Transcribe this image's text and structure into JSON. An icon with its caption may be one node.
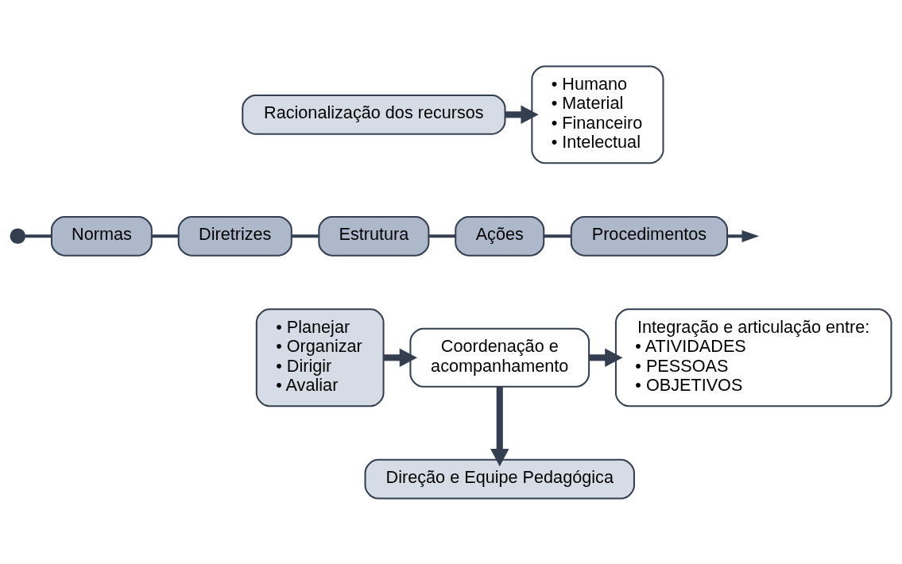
{
  "diagram": {
    "nodes": [
      {
        "text": [
          "Racionalização dos recursos"
        ]
      },
      {
        "text": [
          "• Humano",
          "• Material",
          "• Financeiro",
          "• Intelectual"
        ]
      },
      {
        "text": [
          "Normas"
        ]
      },
      {
        "text": [
          "Diretrizes"
        ]
      },
      {
        "text": [
          "Estrutura"
        ]
      },
      {
        "text": [
          "Ações"
        ]
      },
      {
        "text": [
          "Procedimentos"
        ]
      },
      {
        "text": [],
        "shape": "circle"
      },
      {
        "text": [
          "• Planejar",
          "• Organizar",
          "• Dirigir",
          "• Avaliar"
        ]
      },
      {
        "text": [
          "Coordenação e acompanhamento"
        ]
      },
      {
        "text": [
          "Integração e articulação entre:",
          "• ATIVIDADES",
          "• PESSOAS",
          "• OBJETIVOS"
        ]
      },
      {
        "text": [
          "Direção e Equipe Pedagógica"
        ]
      }
    ],
    "edges": [
      {
        "from": 0,
        "to": 1,
        "arrow": "to",
        "style": "thick"
      },
      {
        "from": 7,
        "to": 2,
        "arrow": "none"
      },
      {
        "from": 2,
        "to": 3,
        "arrow": "none"
      },
      {
        "from": 3,
        "to": 4,
        "arrow": "none"
      },
      {
        "from": 4,
        "to": 5,
        "arrow": "none"
      },
      {
        "from": 5,
        "to": 6,
        "arrow": "none"
      },
      {
        "from": 6,
        "to": null,
        "arrow": "to"
      },
      {
        "from": 8,
        "to": 9,
        "arrow": "to",
        "style": "thick"
      },
      {
        "from": 9,
        "to": 10,
        "arrow": "to",
        "style": "thick"
      },
      {
        "from": 9,
        "to": 11,
        "arrow": "to",
        "style": "thick"
      }
    ]
  }
}
